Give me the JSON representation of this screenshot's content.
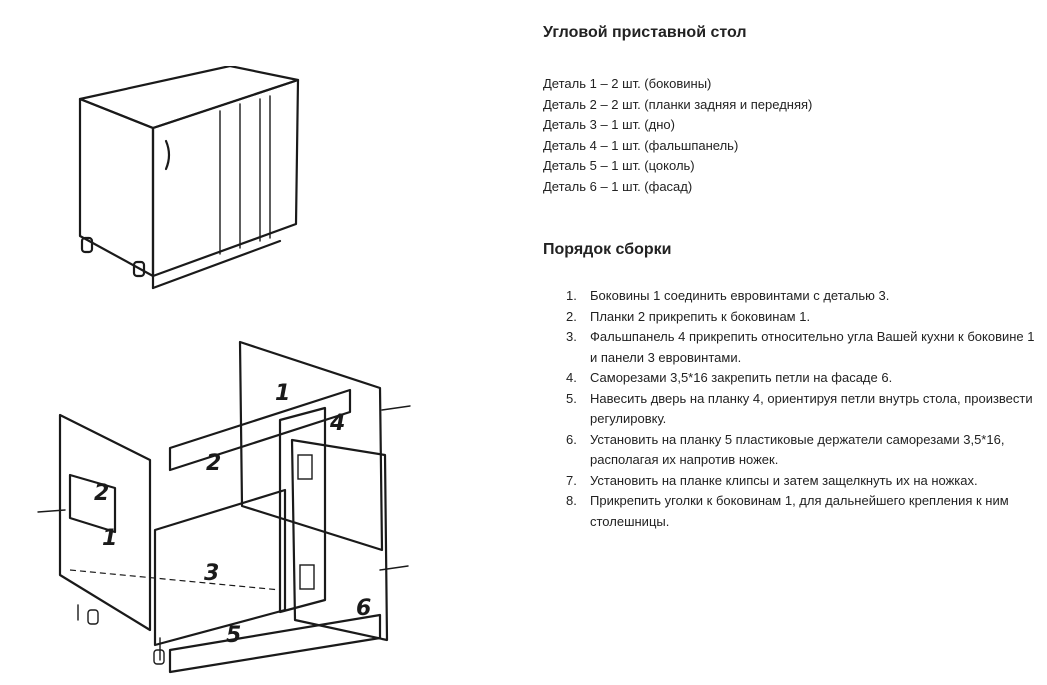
{
  "heading": "Угловой приставной стол",
  "parts": [
    "Деталь 1 – 2 шт. (боковины)",
    "Деталь 2 – 2 шт. (планки задняя и передняя)",
    "Деталь 3 – 1 шт. (дно)",
    "Деталь 4 – 1 шт. (фальшпанель)",
    "Деталь 5 – 1 шт. (цоколь)",
    "Деталь 6 – 1 шт. (фасад)"
  ],
  "assembly_heading": "Порядок сборки",
  "steps": [
    {
      "num": "1.",
      "text": "Боковины 1 соединить евровинтами с деталью 3."
    },
    {
      "num": "2.",
      "text": "Планки 2 прикрепить к боковинам 1."
    },
    {
      "num": "3.",
      "text": "Фальшпанель 4 прикрепить относительно угла Вашей кухни к боковине 1 и панели 3 евровинтами."
    },
    {
      "num": "4.",
      "text": "Саморезами 3,5*16 закрепить петли на фасаде 6."
    },
    {
      "num": "5.",
      "text": "Навесить дверь на планку 4, ориентируя петли внутрь стола, произвести регулировку."
    },
    {
      "num": "6.",
      "text": "Установить на планку 5 пластиковые держатели саморезами 3,5*16, располагая их напротив ножек."
    },
    {
      "num": "7.",
      "text": "Установить на планке клипсы и затем защелкнуть их на ножках."
    },
    {
      "num": "8.",
      "text": "Прикрепить уголки к боковинам 1, для дальнейшего крепления к ним столешницы."
    }
  ],
  "diagram_labels": [
    "1",
    "2",
    "2",
    "1",
    "3",
    "4",
    "6",
    "5"
  ]
}
